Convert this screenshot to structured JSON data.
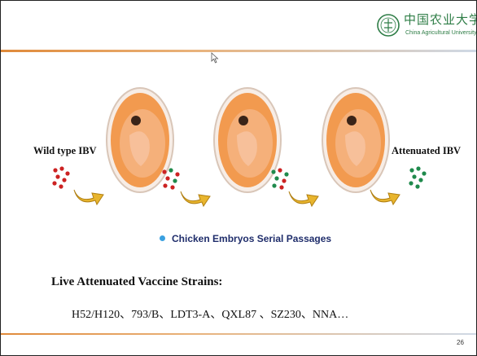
{
  "header": {
    "logo_cn": "中国农业大学",
    "logo_en": "China Agricultural University"
  },
  "labels": {
    "wild_type": "Wild type IBV",
    "attenuated": "Attenuated IBV"
  },
  "caption": "Chicken Embryos Serial Passages",
  "strains": {
    "title": "Live Attenuated Vaccine Strains:",
    "list": "H52/H120、793/B、LDT3-A、QXL87 、SZ230、NNA…"
  },
  "page_number": "26",
  "colors": {
    "accent_line": "#e08a3a",
    "virus_red": "#cc2222",
    "virus_green": "#1f8a4c",
    "arrow_gold": "#e8b52e",
    "embryo_orange": "#f08a3c",
    "caption_blue": "#1f2d6b"
  }
}
